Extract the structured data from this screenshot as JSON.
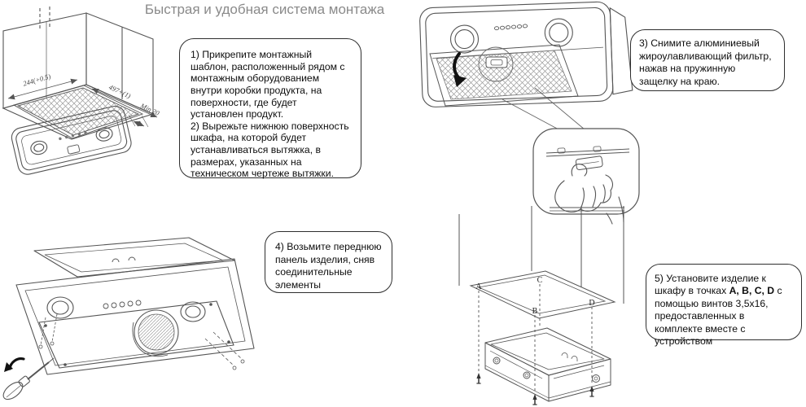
{
  "title": "Быстрая и удобная система монтажа",
  "instructions": {
    "step1": "1) Прикрепите монтажный шаблон, расположенный рядом с монтажным оборудованием внутри коробки продукта, на поверхности, где будет установлен продукт.",
    "step2": "2)  Вырежьте нижнюю поверхность шкафа, на которой будет устанавливаться вытяжка, в размерах, указанных на техническом чертеже вытяжки.",
    "step3": "3) Снимите алюминиевый жироулавливающий фильтр, нажав на пружинную защелку на краю.",
    "step4": "4) Возьмите переднюю панель изделия, сняв соединительные элементы",
    "step5_prefix": "5) Установите изделие к шкафу в точках ",
    "step5_points": "A, B, C, D",
    "step5_suffix": "  с помощью винтов 3,5x16, предоставленных в комплекте вместе с устройством"
  },
  "dimensions": {
    "depth": "244(+0.5)",
    "width": "497+(1)",
    "min_clearance": "Min 20"
  },
  "mount_points": {
    "a": "A",
    "b": "B",
    "c": "C",
    "d": "D"
  },
  "colors": {
    "line_art": "#555555",
    "title": "#8a8a8a",
    "text": "#0d0d0d"
  }
}
